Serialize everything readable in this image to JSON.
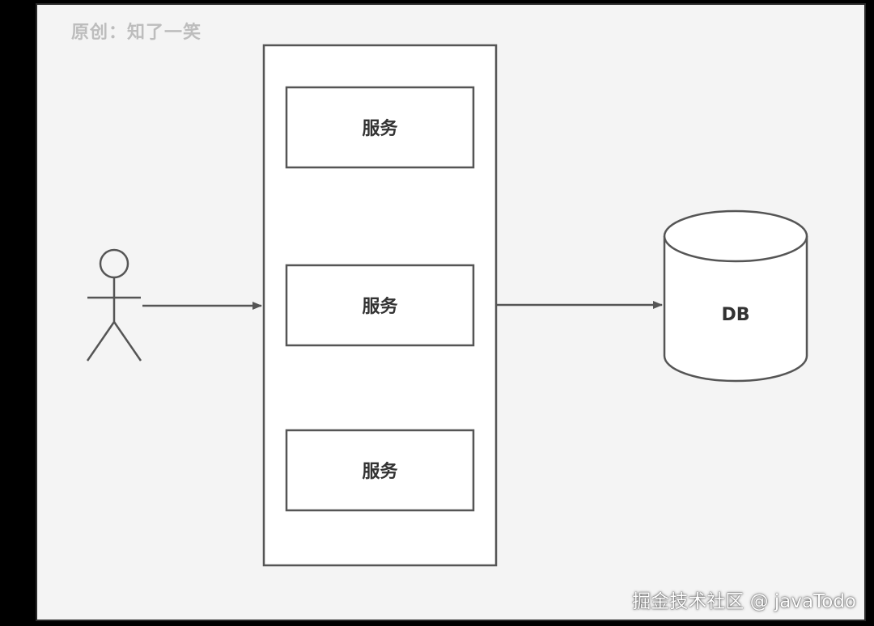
{
  "watermark_top": "原创：知了一笑",
  "watermark_bottom": "掘金技术社区 @ javaTodo",
  "services": [
    {
      "label": "服务"
    },
    {
      "label": "服务"
    },
    {
      "label": "服务"
    }
  ],
  "database": {
    "label": "DB"
  },
  "colors": {
    "line": "#555555",
    "box_fill": "#ffffff",
    "background": "#f4f4f4"
  },
  "icons": [
    "user-icon",
    "database-icon",
    "arrow-icon"
  ]
}
